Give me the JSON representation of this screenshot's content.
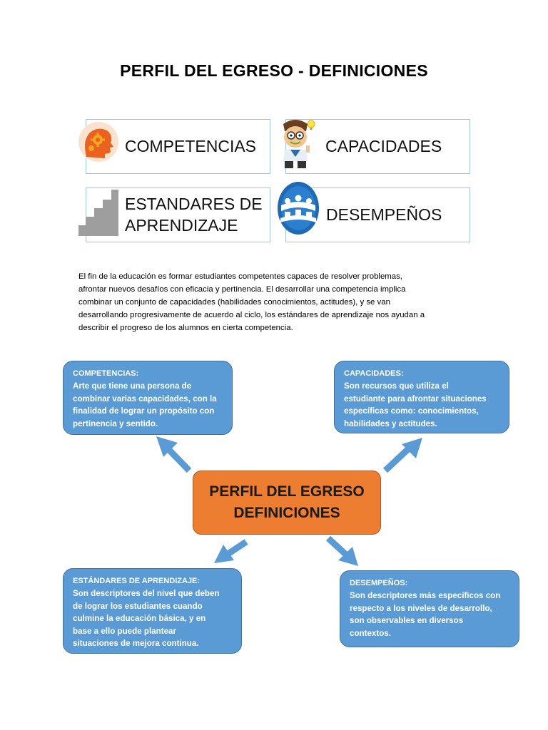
{
  "title": "PERFIL DEL EGRESO - DEFINICIONES",
  "boxes": {
    "competencias": "COMPETENCIAS",
    "capacidades": "CAPACIDADES",
    "estandares_line1": "ESTANDARES DE",
    "estandares_line2": "APRENDIZAJE",
    "desempenos": "DESEMPEÑOS"
  },
  "paragraph": [
    "El fin de la educación es formar estudiantes competentes capaces de resolver problemas,",
    "afrontar nuevos desafíos con eficacia y pertinencia. El desarrollar una competencia implica",
    "combinar un conjunto de capacidades (habilidades conocimientos, actitudes), y se van",
    "desarrollando progresivamente de acuerdo al ciclo, los estándares de aprendizaje nos ayudan a",
    "describir el progreso de los alumnos en cierta competencia."
  ],
  "center": {
    "line1": "PERFIL DEL EGRESO",
    "line2": "DEFINICIONES"
  },
  "bubbles": {
    "competencias": {
      "title": "COMPETENCIAS:",
      "lines": [
        "Arte que tiene una persona de",
        "combinar varias capacidades, con la",
        "finalidad de lograr un propósito con",
        "pertinencia y sentido."
      ]
    },
    "capacidades": {
      "title": "CAPACIDADES:",
      "lines": [
        "Son recursos que utiliza el",
        "estudiante para afrontar situaciones",
        "específicas como: conocimientos,",
        "habilidades y actitudes."
      ]
    },
    "estandares": {
      "title": "ESTÁNDARES DE APRENDIZAJE:",
      "lines": [
        "Son descriptores del nivel que deben",
        "de lograr los estudiantes cuando",
        "culmine la educación básica, y en",
        "base a ello puede plantear",
        "situaciones de mejora continua."
      ]
    },
    "desempenos": {
      "title": "DESEMPEÑOS:",
      "lines": [
        "Son descriptores más específicos con",
        "respecto a los niveles de desarrollo,",
        "son observables en diversos",
        "contextos."
      ]
    }
  },
  "colors": {
    "bubble": "#5b9bd5",
    "center": "#ed7d31",
    "arrow": "#5b9bd5",
    "box_border": "#9dc3e6"
  },
  "icons": [
    "head-gears-icon",
    "cartoon-student-icon",
    "staircase-icon",
    "group-logo-icon"
  ]
}
